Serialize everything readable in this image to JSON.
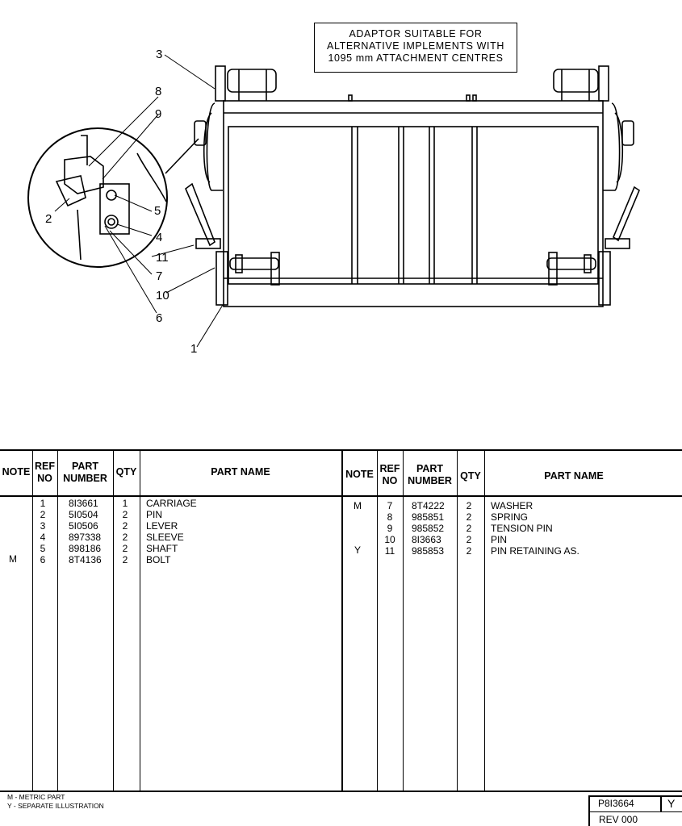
{
  "drawing": {
    "note_lines": [
      "ADAPTOR  SUITABLE  FOR",
      "ALTERNATIVE IMPLEMENTS WITH",
      "1095 mm  ATTACHMENT  CENTRES"
    ],
    "callouts": [
      "1",
      "2",
      "3",
      "4",
      "5",
      "6",
      "7",
      "8",
      "9",
      "10",
      "11"
    ]
  },
  "table": {
    "headers": {
      "note": "NOTE",
      "ref_no_1": "REF",
      "ref_no_2": "NO",
      "part_number_1": "PART",
      "part_number_2": "NUMBER",
      "qty": "QTY",
      "part_name": "PART NAME"
    },
    "left_rows": [
      {
        "note": "",
        "ref": "1",
        "part": "8I3661",
        "qty": "1",
        "name": "CARRIAGE"
      },
      {
        "note": "",
        "ref": "2",
        "part": "5I0504",
        "qty": "2",
        "name": "PIN"
      },
      {
        "note": "",
        "ref": "3",
        "part": "5I0506",
        "qty": "2",
        "name": "LEVER"
      },
      {
        "note": "",
        "ref": "4",
        "part": "897338",
        "qty": "2",
        "name": "SLEEVE"
      },
      {
        "note": "",
        "ref": "5",
        "part": "898186",
        "qty": "2",
        "name": "SHAFT"
      },
      {
        "note": "M",
        "ref": "6",
        "part": "8T4136",
        "qty": "2",
        "name": "BOLT"
      }
    ],
    "right_rows": [
      {
        "note": "M",
        "ref": "7",
        "part": "8T4222",
        "qty": "2",
        "name": "WASHER"
      },
      {
        "note": "",
        "ref": "8",
        "part": "985851",
        "qty": "2",
        "name": "SPRING"
      },
      {
        "note": "",
        "ref": "9",
        "part": "985852",
        "qty": "2",
        "name": "TENSION PIN"
      },
      {
        "note": "",
        "ref": "10",
        "part": "8I3663",
        "qty": "2",
        "name": "PIN"
      },
      {
        "note": "Y",
        "ref": "11",
        "part": "985853",
        "qty": "2",
        "name": "PIN RETAINING AS."
      }
    ]
  },
  "footer": {
    "legend_m": "M - METRIC PART",
    "legend_y": "Y - SEPARATE ILLUSTRATION",
    "doc_number": "P8I3664",
    "doc_suffix": "Y",
    "revision": "REV 000"
  }
}
